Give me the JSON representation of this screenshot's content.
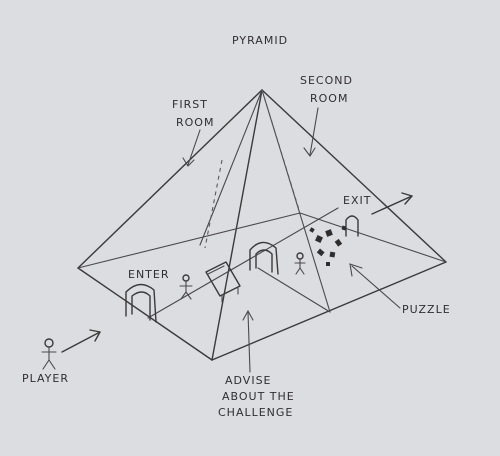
{
  "diagram": {
    "title": "PYRAMID",
    "labels": {
      "first_room": [
        "FIRST",
        "ROOM"
      ],
      "second_room": [
        "SECOND",
        "ROOM"
      ],
      "exit": "EXIT",
      "enter": "ENTER",
      "puzzle": "PUZZLE",
      "player": "PLAYER",
      "advise": [
        "ADVISE",
        "ABOUT THE",
        "CHALLENGE"
      ]
    },
    "icons": [
      "stick-figure-icon",
      "arrow-icon",
      "doorway-icon"
    ]
  }
}
